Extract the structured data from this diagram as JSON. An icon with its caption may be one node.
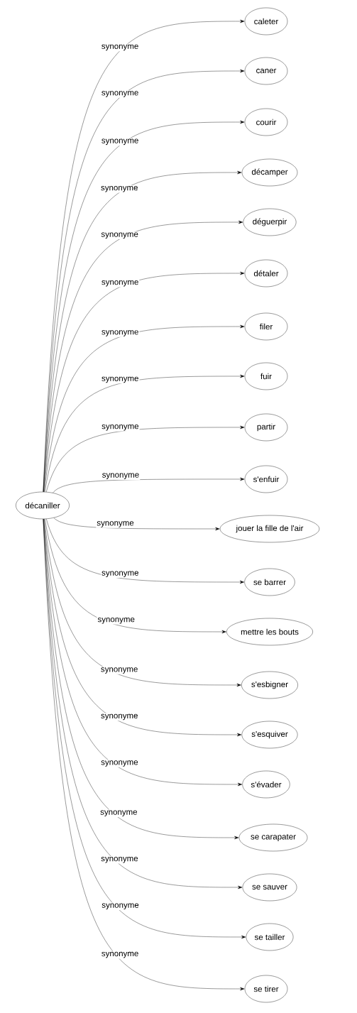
{
  "diagram": {
    "nodes": [
      {
        "text": [
          "décaniller"
        ]
      },
      {
        "text": [
          "caleter"
        ]
      },
      {
        "text": [
          "caner"
        ]
      },
      {
        "text": [
          "courir"
        ]
      },
      {
        "text": [
          "décamper"
        ]
      },
      {
        "text": [
          "déguerpir"
        ]
      },
      {
        "text": [
          "détaler"
        ]
      },
      {
        "text": [
          "filer"
        ]
      },
      {
        "text": [
          "fuir"
        ]
      },
      {
        "text": [
          "partir"
        ]
      },
      {
        "text": [
          "s'enfuir"
        ]
      },
      {
        "text": [
          "jouer la fille de l'air"
        ]
      },
      {
        "text": [
          "se barrer"
        ]
      },
      {
        "text": [
          "mettre les bouts"
        ]
      },
      {
        "text": [
          "s'esbigner"
        ]
      },
      {
        "text": [
          "s'esquiver"
        ]
      },
      {
        "text": [
          "s'évader"
        ]
      },
      {
        "text": [
          "se carapater"
        ]
      },
      {
        "text": [
          "se sauver"
        ]
      },
      {
        "text": [
          "se tailler"
        ]
      },
      {
        "text": [
          "se tirer"
        ]
      }
    ],
    "edges": [
      {
        "from": 0,
        "to": 1,
        "arrow": "to",
        "label": "synonyme"
      },
      {
        "from": 0,
        "to": 2,
        "arrow": "to",
        "label": "synonyme"
      },
      {
        "from": 0,
        "to": 3,
        "arrow": "to",
        "label": "synonyme"
      },
      {
        "from": 0,
        "to": 4,
        "arrow": "to",
        "label": "synonyme"
      },
      {
        "from": 0,
        "to": 5,
        "arrow": "to",
        "label": "synonyme"
      },
      {
        "from": 0,
        "to": 6,
        "arrow": "to",
        "label": "synonyme"
      },
      {
        "from": 0,
        "to": 7,
        "arrow": "to",
        "label": "synonyme"
      },
      {
        "from": 0,
        "to": 8,
        "arrow": "to",
        "label": "synonyme"
      },
      {
        "from": 0,
        "to": 9,
        "arrow": "to",
        "label": "synonyme"
      },
      {
        "from": 0,
        "to": 10,
        "arrow": "to",
        "label": "synonyme"
      },
      {
        "from": 0,
        "to": 11,
        "arrow": "to",
        "label": "synonyme"
      },
      {
        "from": 0,
        "to": 12,
        "arrow": "to",
        "label": "synonyme"
      },
      {
        "from": 0,
        "to": 13,
        "arrow": "to",
        "label": "synonyme"
      },
      {
        "from": 0,
        "to": 14,
        "arrow": "to",
        "label": "synonyme"
      },
      {
        "from": 0,
        "to": 15,
        "arrow": "to",
        "label": "synonyme"
      },
      {
        "from": 0,
        "to": 16,
        "arrow": "to",
        "label": "synonyme"
      },
      {
        "from": 0,
        "to": 17,
        "arrow": "to",
        "label": "synonyme"
      },
      {
        "from": 0,
        "to": 18,
        "arrow": "to",
        "label": "synonyme"
      },
      {
        "from": 0,
        "to": 19,
        "arrow": "to",
        "label": "synonyme"
      },
      {
        "from": 0,
        "to": 20,
        "arrow": "to",
        "label": "synonyme"
      }
    ]
  }
}
